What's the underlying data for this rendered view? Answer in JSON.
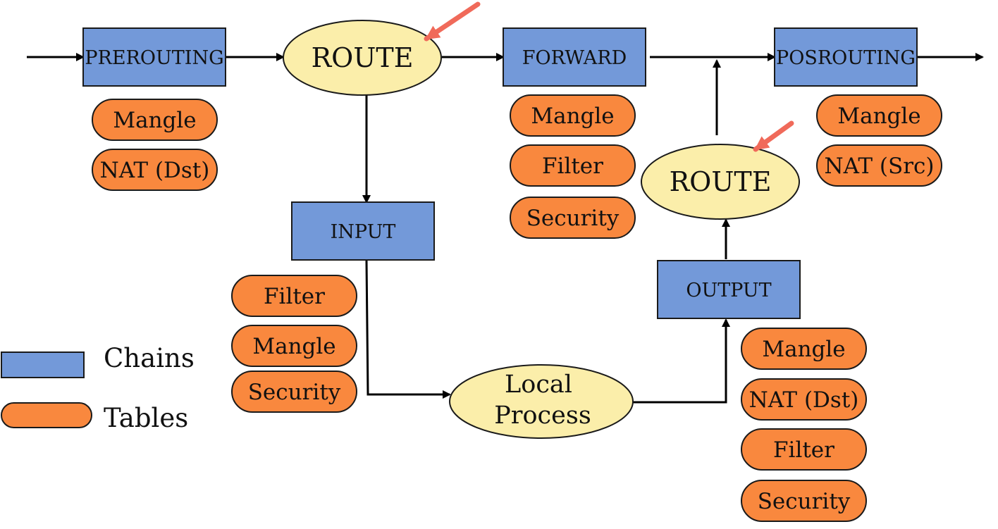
{
  "colors": {
    "chain_fill": "#7399d9",
    "table_fill": "#f9883e",
    "route_fill": "#fbeeaa",
    "stroke": "#1a1a1a",
    "pointer": "#f06a5a"
  },
  "chains": {
    "prerouting": "PREROUTING",
    "forward": "FORWARD",
    "postrouting": "POSROUTING",
    "input": "INPUT",
    "output": "OUTPUT"
  },
  "routes": {
    "route_top": "ROUTE",
    "route_right": "ROUTE",
    "local_process_line1": "Local",
    "local_process_line2": "Process"
  },
  "tables": {
    "prerouting": [
      "Mangle",
      "NAT (Dst)"
    ],
    "forward": [
      "Mangle",
      "Filter",
      "Security"
    ],
    "postrouting": [
      "Mangle",
      "NAT (Src)"
    ],
    "input": [
      "Filter",
      "Mangle",
      "Security"
    ],
    "output": [
      "Mangle",
      "NAT (Dst)",
      "Filter",
      "Security"
    ]
  },
  "legend": {
    "chains": "Chains",
    "tables": "Tables"
  }
}
